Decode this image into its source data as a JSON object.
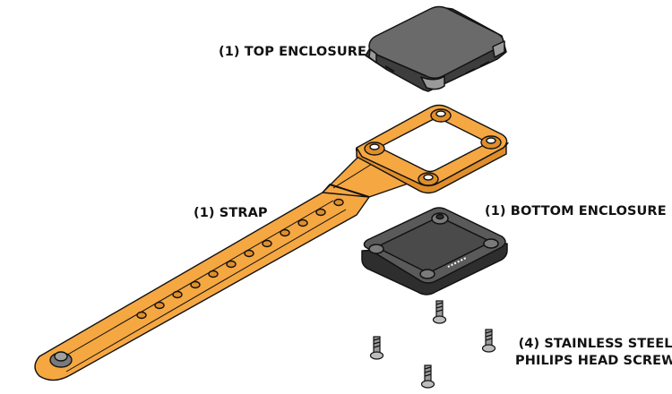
{
  "labels": {
    "top_enclosure": "(1) TOP ENCLOSURE",
    "strap": "(1) STRAP",
    "bottom_enclosure": "(1) BOTTOM ENCLOSURE",
    "screw_line1": "(4) STAINLESS STEEL",
    "screw_line2": "PHILIPS HEAD SCREW"
  },
  "colors": {
    "strap_orange": "#F5A742",
    "strap_shadow": "#E08E2A",
    "enclosure_dark": "#4A4A4A",
    "enclosure_light": "#7A7A7A",
    "outline": "#111111"
  },
  "strap_holes": 12
}
